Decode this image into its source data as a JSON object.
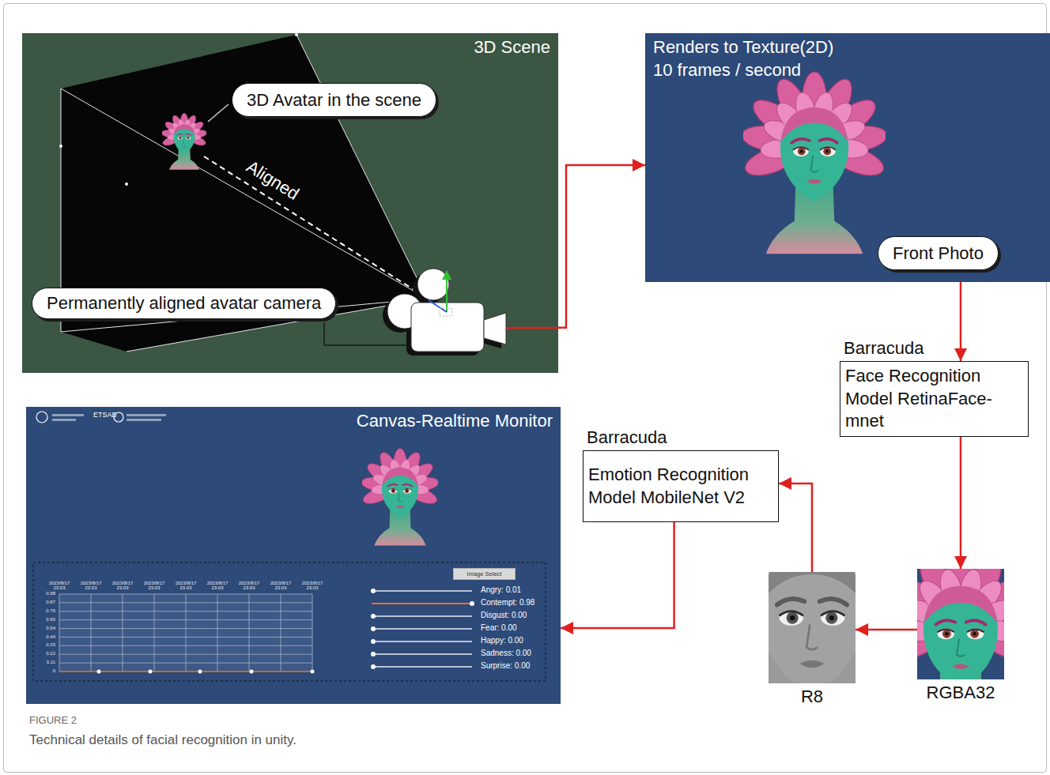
{
  "diagram": {
    "caption": "Technical details of facial recognition in unity.",
    "nodes": [
      {
        "text": [
          "3D Scene"
        ]
      },
      {
        "text": [
          "3D Avatar in the scene"
        ],
        "in": 0
      },
      {
        "text": [
          "Permanently aligned avatar camera"
        ],
        "in": 0
      },
      {
        "text": [
          "Renders to Texture(2D)",
          "10 frames / second"
        ]
      },
      {
        "text": [
          "Front Photo"
        ],
        "in": 3
      },
      {
        "text": [
          "Barracuda",
          "Face Recognition Model RetinaFace-mnet"
        ]
      },
      {
        "text": [
          "Canvas-Realtime Monitor"
        ]
      },
      {
        "text": [
          "Image Select"
        ],
        "in": 6
      },
      {
        "text": [
          "Barracuda",
          "Emotion Recognition Model MobileNet V2"
        ]
      },
      {
        "text": [
          "R8"
        ]
      },
      {
        "text": [
          "RGBA32"
        ]
      }
    ],
    "edges": [
      {
        "from": 0,
        "to": 3,
        "arrow": "to"
      },
      {
        "from": 3,
        "to": 5,
        "arrow": "to"
      },
      {
        "from": 5,
        "to": 10,
        "arrow": "to"
      },
      {
        "from": 10,
        "to": 9,
        "arrow": "to"
      },
      {
        "from": 9,
        "to": 8,
        "arrow": "to"
      },
      {
        "from": 8,
        "to": 6,
        "arrow": "to"
      }
    ],
    "labels": [
      "Aligned",
      "Angry: 0.01",
      "Contempt: 0.98",
      "Disgust: 0.00",
      "Fear: 0.00",
      "Happy: 0.00",
      "Sadness: 0.00",
      "Surprise: 0.00",
      "0.98",
      "0.87",
      "0.76",
      "0.65",
      "0.54",
      "0.44",
      "0.33",
      "0.22",
      "0.11",
      "0",
      "2023/8/17 23:03",
      "2023/8/17 23:03",
      "2023/8/17 23:03",
      "2023/8/17 23:03",
      "2023/8/17 23:03",
      "2023/8/17 23:03",
      "2023/8/17 23:03",
      "2023/8/17 23:03",
      "2023/8/17 23:03",
      "ETSAB",
      "FIGURE 2"
    ]
  }
}
